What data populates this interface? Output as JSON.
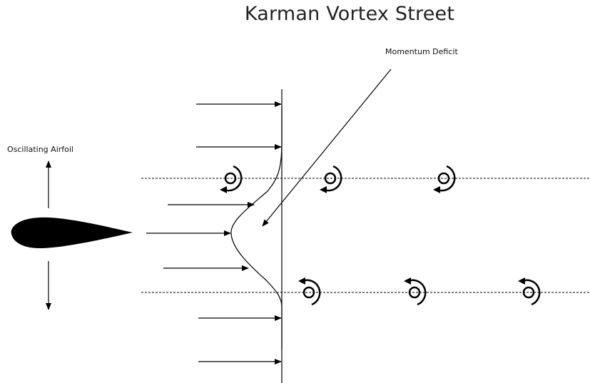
{
  "diagram": {
    "title": "Karman Vortex Street",
    "labels": {
      "airfoil": "Oscillating Airfoil",
      "deficit": "Momentum Deficit"
    },
    "colors": {
      "ink": "#000000",
      "text": "#222222"
    }
  }
}
